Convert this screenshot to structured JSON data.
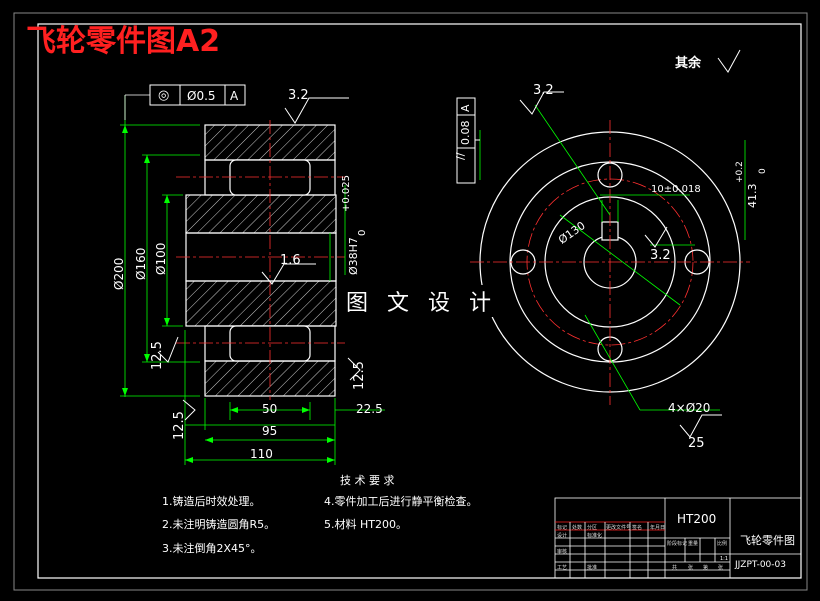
{
  "sheet_title": "飞轮零件图A2",
  "watermark": "图 文 设 计",
  "surface": {
    "other_label": "其余",
    "front_ra_top": "3.2",
    "front_ra_bore": "1.6",
    "front_ra_left": "12.5",
    "front_ra_right": "12.5",
    "front_ra_bottom": "12.5",
    "side_ra_top": "3.2",
    "side_ra_key": "3.2",
    "side_ra_holes": "25"
  },
  "tolerance_frames": {
    "runout": [
      "◎",
      "Ø0.5",
      "A"
    ],
    "parallel": [
      "//",
      "0.08",
      "A"
    ]
  },
  "dimensions": {
    "d200": "Ø200",
    "d160": "Ø160",
    "d100": "Ø100",
    "bore": "Ø38H7",
    "bore_tol_upper": "+0.025",
    "bore_tol_lower": "0",
    "w50": "50",
    "w22_5": "22.5",
    "w95": "95",
    "w110": "110",
    "keyway_width": "10±0.018",
    "keyway_depth": "41.3",
    "keyway_depth_tol": "+0.2",
    "keyway_depth_tol_lower": "0",
    "d130": "Ø130",
    "holes": "4×Ø20"
  },
  "tech_requirements": {
    "heading": "技 术 要 求",
    "items_left": [
      "1.铸造后时效处理。",
      "2.未注明铸造圆角R5。",
      "3.未注倒角2X45°。"
    ],
    "items_right": [
      "4.零件加工后进行静平衡检查。",
      "5.材料 HT200。"
    ]
  },
  "title_block": {
    "material": "HT200",
    "part_name": "飞轮零件图",
    "drawing_number": "JJZPT-00-03",
    "scale": "1:1",
    "small_labels": [
      "标记",
      "处数",
      "分区",
      "更改文件号",
      "签名",
      "年月日",
      "设计",
      "标准化",
      "阶段标记",
      "重量",
      "比例",
      "审核",
      "工艺",
      "批准",
      "共",
      "张",
      "第",
      "张"
    ]
  },
  "colors": {
    "red": "#ff2020",
    "yellow_line": "#ffff00",
    "green_line": "#00ff00",
    "center_line": "#ff3030",
    "white": "#ffffff",
    "magenta": "#ff00ff"
  }
}
